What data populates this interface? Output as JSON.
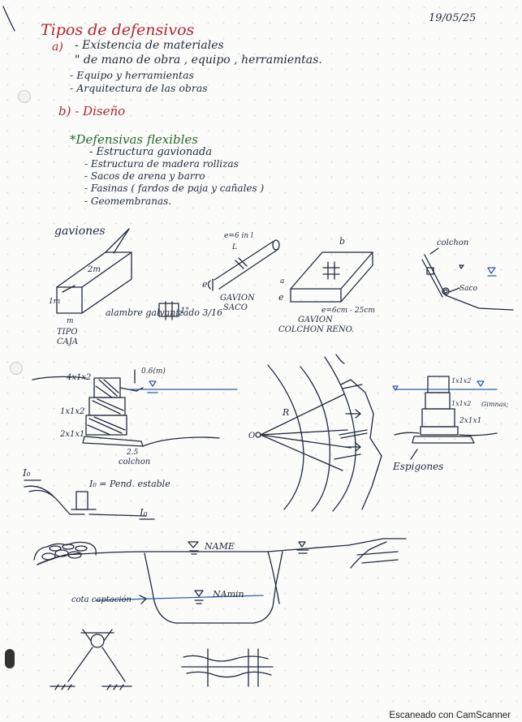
{
  "date": "19/05/25",
  "title": "Tipos de defensivos",
  "section_a": {
    "marker": "a)",
    "lines": [
      "- Existencia de materiales",
      "\"       de mano de obra , equipo , herramientas.",
      "- Equipo y herramientas",
      "- Arquitectura de las obras"
    ]
  },
  "section_b": {
    "marker": "b) - Diseño"
  },
  "flexibles": {
    "heading": "*Defensivas flexibles",
    "items": [
      "- Estructura gavionada",
      "- Estructura de madera rollizas",
      "- Sacos de arena y barro",
      "- Fasinas ( fardos de paja y cañales )",
      "- Geomembranas."
    ]
  },
  "sketch_labels": {
    "gaviones": "gaviones",
    "dim_2m": "2m",
    "dim_1m": "1m",
    "dim_m": "m",
    "tipo_caja": "TIPO CAJA",
    "alambre": "alambre galvanizado 3/16",
    "dim_1in": "1\"",
    "saco_dims": "e=6 in l",
    "saco_L": "L",
    "saco_e": "e",
    "gavion_saco": "GAVION SACO",
    "reno_b": "b",
    "reno_a": "a",
    "reno_e": "e",
    "reno_dims": "e=6cm - 25cm",
    "gavion_colchon_reno": "GAVION COLCHON RENO.",
    "colchon": "colchon",
    "saco": "Saco",
    "sec_4x1x2": "4x1x2",
    "sec_1x1x2": "1x1x2",
    "sec_2x1x1": "2x1x1",
    "sec_06": "0.6(m)",
    "sec_25": "2.5",
    "sec_colchon": "colchon",
    "plan_R": "R",
    "plan_O": "O",
    "espigones": "Espigones",
    "esp_1x1x2a": "1x1x2",
    "esp_1x1x2b": "1x1x2",
    "esp_2x1x1": "2x1x1",
    "esp_gimnas": "Gimnas;",
    "io_eq": "I₀ = Pend. estable",
    "io_top": "I₀",
    "io_bottom": "I₀",
    "name": "NAME",
    "namin": "NAmin",
    "cota_captacion": "cota captación"
  },
  "footer": "Escaneado con CamScanner"
}
